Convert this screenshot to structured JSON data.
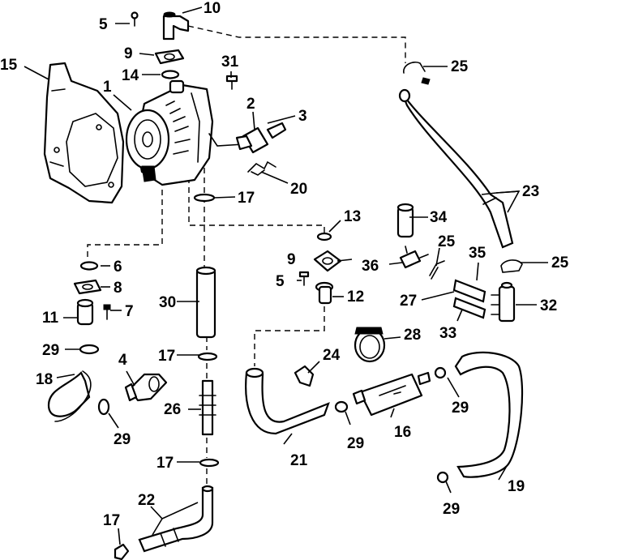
{
  "diagram": {
    "callouts": {
      "c1": "1",
      "c2": "2",
      "c3": "3",
      "c4": "4",
      "c5a": "5",
      "c5b": "5",
      "c6": "6",
      "c7": "7",
      "c8": "8",
      "c9a": "9",
      "c9b": "9",
      "c10": "10",
      "c11": "11",
      "c12": "12",
      "c13": "13",
      "c14": "14",
      "c15": "15",
      "c16": "16",
      "c17a": "17",
      "c17b": "17",
      "c17c": "17",
      "c17d": "17",
      "c18": "18",
      "c19": "19",
      "c20": "20",
      "c21": "21",
      "c22": "22",
      "c23": "23",
      "c24": "24",
      "c25a": "25",
      "c25b": "25",
      "c25c": "25",
      "c26": "26",
      "c27": "27",
      "c28": "28",
      "c29a": "29",
      "c29b": "29",
      "c29c": "29",
      "c29d": "29",
      "c29e": "29",
      "c30": "30",
      "c31": "31",
      "c32": "32",
      "c33": "33",
      "c34": "34",
      "c35": "35",
      "c36": "36"
    }
  }
}
